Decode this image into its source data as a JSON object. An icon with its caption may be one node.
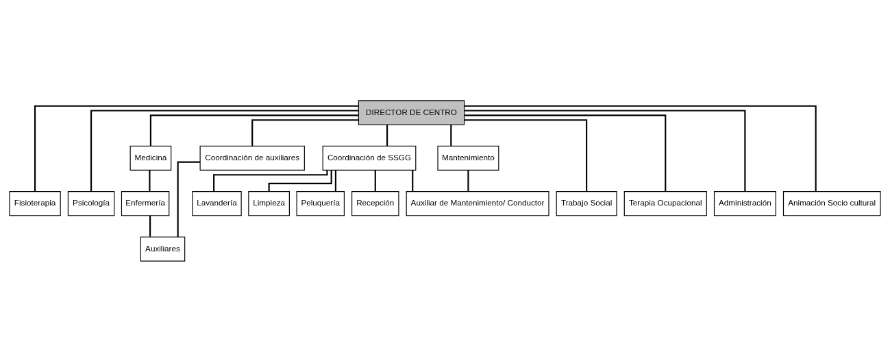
{
  "diagram": {
    "nodes": [
      {
        "text": [
          "DIRECTOR DE CENTRO"
        ]
      },
      {
        "text": [
          "Fisioterapia"
        ]
      },
      {
        "text": [
          "Psicología"
        ]
      },
      {
        "text": [
          "Medicina"
        ]
      },
      {
        "text": [
          "Enfermería"
        ]
      },
      {
        "text": [
          "Coordinación de auxiliares"
        ]
      },
      {
        "text": [
          "Coordinación de SSGG"
        ]
      },
      {
        "text": [
          "Trabajo Social"
        ]
      },
      {
        "text": [
          "Terapia Ocupacional"
        ]
      },
      {
        "text": [
          "Mantenimiento"
        ]
      },
      {
        "text": [
          "Administración"
        ]
      },
      {
        "text": [
          "Animación Socio cultural"
        ]
      },
      {
        "text": [
          "Auxiliares"
        ]
      },
      {
        "text": [
          "Lavandería"
        ]
      },
      {
        "text": [
          "Limpieza"
        ]
      },
      {
        "text": [
          "Peluquería"
        ]
      },
      {
        "text": [
          "Auxiliar de Mantenimiento/ Conductor"
        ]
      },
      {
        "text": [
          "Recepción"
        ]
      }
    ],
    "edges": [
      {
        "from": 0,
        "to": 1,
        "arrow": "none"
      },
      {
        "from": 0,
        "to": 2,
        "arrow": "none"
      },
      {
        "from": 0,
        "to": 3,
        "arrow": "none"
      },
      {
        "from": 0,
        "to": 5,
        "arrow": "none"
      },
      {
        "from": 0,
        "to": 6,
        "arrow": "none"
      },
      {
        "from": 0,
        "to": 7,
        "arrow": "none"
      },
      {
        "from": 0,
        "to": 8,
        "arrow": "none"
      },
      {
        "from": 0,
        "to": 9,
        "arrow": "none"
      },
      {
        "from": 0,
        "to": 10,
        "arrow": "none"
      },
      {
        "from": 0,
        "to": 11,
        "arrow": "none"
      },
      {
        "from": 3,
        "to": 4,
        "arrow": "none"
      },
      {
        "from": 4,
        "to": 12,
        "arrow": "none"
      },
      {
        "from": 5,
        "to": 12,
        "arrow": "none"
      },
      {
        "from": 6,
        "to": 13,
        "arrow": "none"
      },
      {
        "from": 6,
        "to": 14,
        "arrow": "none"
      },
      {
        "from": 6,
        "to": 15,
        "arrow": "none"
      },
      {
        "from": 6,
        "to": 16,
        "arrow": "none"
      },
      {
        "from": 6,
        "to": 17,
        "arrow": "none"
      },
      {
        "from": 9,
        "to": 16,
        "arrow": "none"
      }
    ]
  }
}
